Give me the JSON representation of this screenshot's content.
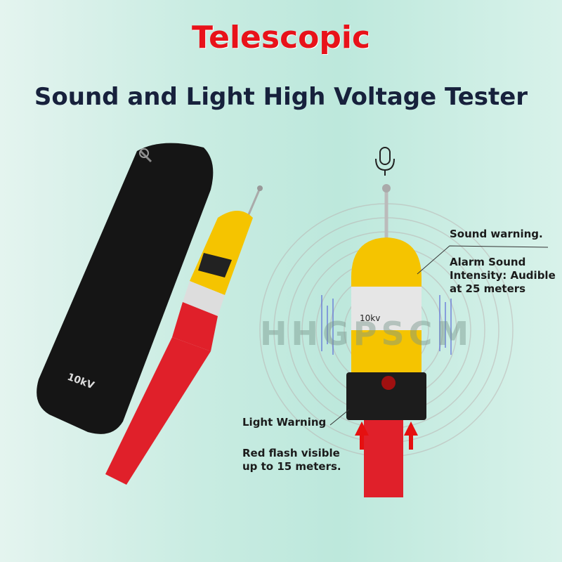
{
  "title": "Telescopic",
  "subtitle": "Sound and Light High Voltage Tester",
  "watermark": "HHGPSCM",
  "bag_label": "10kV",
  "device_label": "10kv",
  "callouts": {
    "sound_title": "Sound warning.",
    "sound_detail": "Alarm Sound Intensity: Audible at 25 meters",
    "light_title": "Light Warning",
    "light_detail": "Red flash visible up to 15 meters."
  },
  "colors": {
    "title_red": "#e8121a",
    "subtitle_navy": "#17213c",
    "tester_yellow": "#f5c400",
    "handle_red": "#e0202a"
  }
}
